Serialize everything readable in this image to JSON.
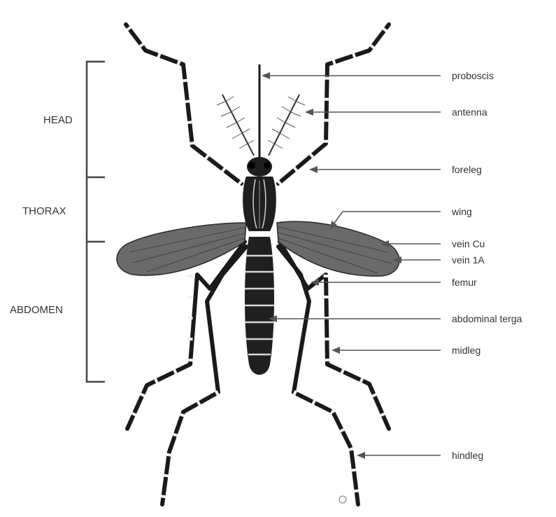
{
  "sections": {
    "head": "HEAD",
    "thorax": "THORAX",
    "abdomen": "ABDOMEN"
  },
  "parts": {
    "proboscis": "proboscis",
    "antenna": "antenna",
    "foreleg": "foreleg",
    "wing": "wing",
    "vein_cu": "vein Cu",
    "vein_1a": "vein 1A",
    "femur": "femur",
    "abdominal_terga": "abdominal terga",
    "midleg": "midleg",
    "hindleg": "hindleg"
  }
}
